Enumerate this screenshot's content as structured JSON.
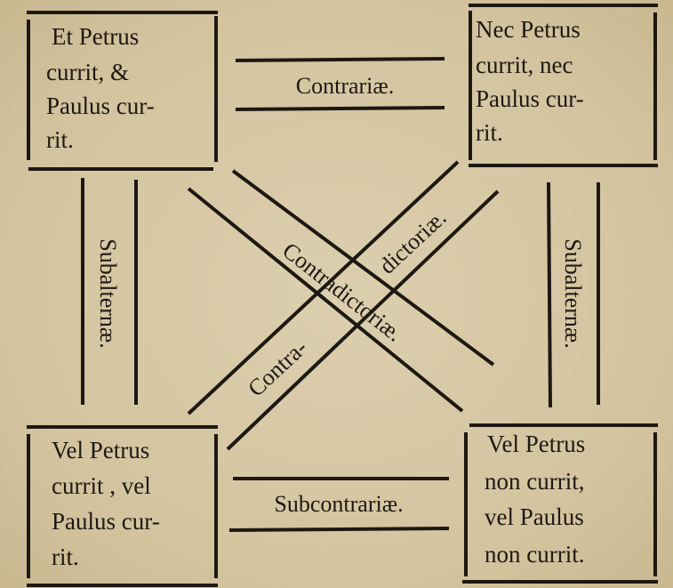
{
  "title": "Square of opposition",
  "corners": {
    "top_left": [
      "Et Petrus",
      "currit, &",
      "Paulus cur-",
      "rit."
    ],
    "top_right": [
      "Nec Petrus",
      "currit, nec",
      "Paulus cur-",
      "rit."
    ],
    "bottom_left": [
      "Vel Petrus",
      "currit , vel",
      "Paulus cur-",
      "rit."
    ],
    "bottom_right": [
      "Vel Petrus",
      "non currit,",
      "vel Paulus",
      "non currit."
    ]
  },
  "relations": {
    "top": "Contrariæ.",
    "bottom": "Subcontrariæ.",
    "left": "Subalternæ.",
    "right": "Subalternæ.",
    "diagonal_main": "Contradictoriæ.",
    "diagonal_cross_part1": "Contra-",
    "diagonal_cross_part2": "dictoriæ."
  },
  "colors": {
    "ink": "#1e1812",
    "paper": "#d6c9a6"
  }
}
